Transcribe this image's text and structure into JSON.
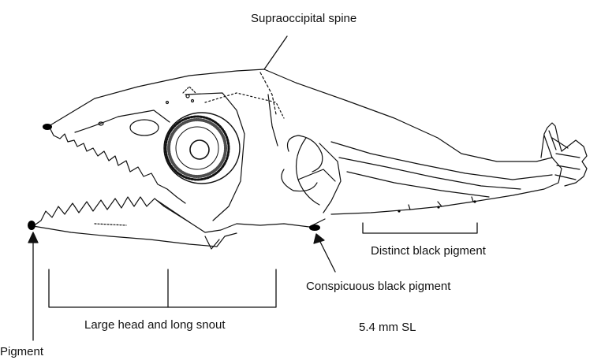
{
  "labels": {
    "supraoccipital_spine": "Supraoccipital spine",
    "distinct_black_pigment": "Distinct black pigment",
    "conspicuous_black_pigment": "Conspicuous black pigment",
    "large_head_long_snout": "Large head and long snout",
    "scale": "5.4 mm SL",
    "pigment": "Pigment"
  },
  "colors": {
    "ink": "#111111",
    "pigment": "#000000",
    "background": "#ffffff"
  }
}
